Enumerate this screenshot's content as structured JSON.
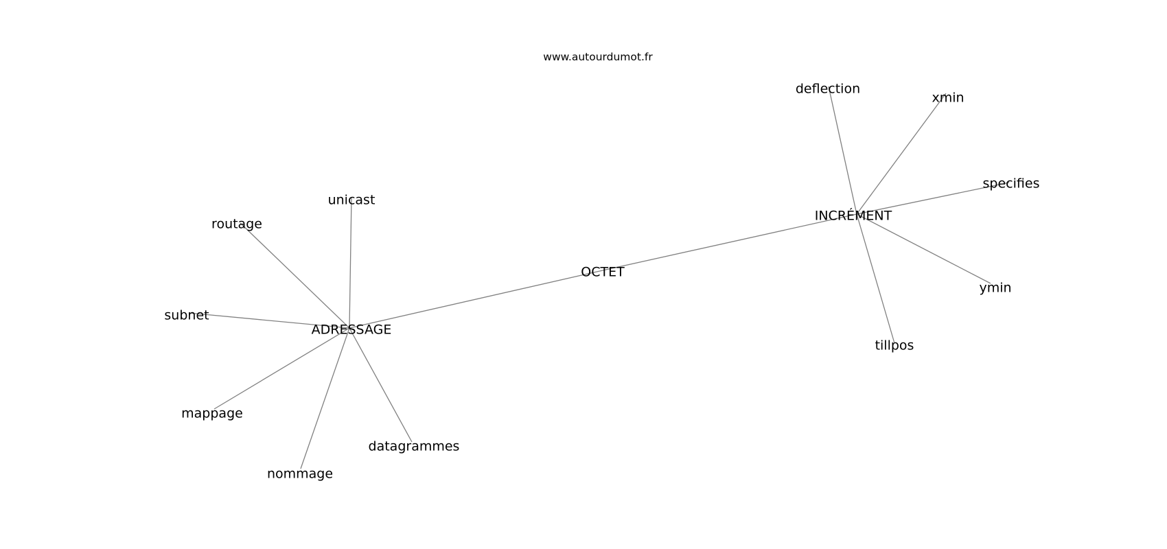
{
  "watermark": "www.autourdumot.fr",
  "graph": {
    "nodes": [
      {
        "id": "adressage",
        "label": "ADRESSAGE"
      },
      {
        "id": "octet",
        "label": "OCTET"
      },
      {
        "id": "increment",
        "label": "INCRÉMENT"
      },
      {
        "id": "unicast",
        "label": "unicast"
      },
      {
        "id": "routage",
        "label": "routage"
      },
      {
        "id": "subnet",
        "label": "subnet"
      },
      {
        "id": "mappage",
        "label": "mappage"
      },
      {
        "id": "nommage",
        "label": "nommage"
      },
      {
        "id": "datagrammes",
        "label": "datagrammes"
      },
      {
        "id": "deflection",
        "label": "deflection"
      },
      {
        "id": "xmin",
        "label": "xmin"
      },
      {
        "id": "specifies",
        "label": "specifies"
      },
      {
        "id": "ymin",
        "label": "ymin"
      },
      {
        "id": "tillpos",
        "label": "tillpos"
      }
    ],
    "edges": [
      [
        "adressage",
        "octet"
      ],
      [
        "octet",
        "increment"
      ],
      [
        "adressage",
        "unicast"
      ],
      [
        "adressage",
        "routage"
      ],
      [
        "adressage",
        "subnet"
      ],
      [
        "adressage",
        "mappage"
      ],
      [
        "adressage",
        "nommage"
      ],
      [
        "adressage",
        "datagrammes"
      ],
      [
        "increment",
        "deflection"
      ],
      [
        "increment",
        "xmin"
      ],
      [
        "increment",
        "specifies"
      ],
      [
        "increment",
        "ymin"
      ],
      [
        "increment",
        "tillpos"
      ]
    ]
  },
  "colors": {
    "edge": "#808080",
    "label": "#000000",
    "background": "#ffffff"
  }
}
